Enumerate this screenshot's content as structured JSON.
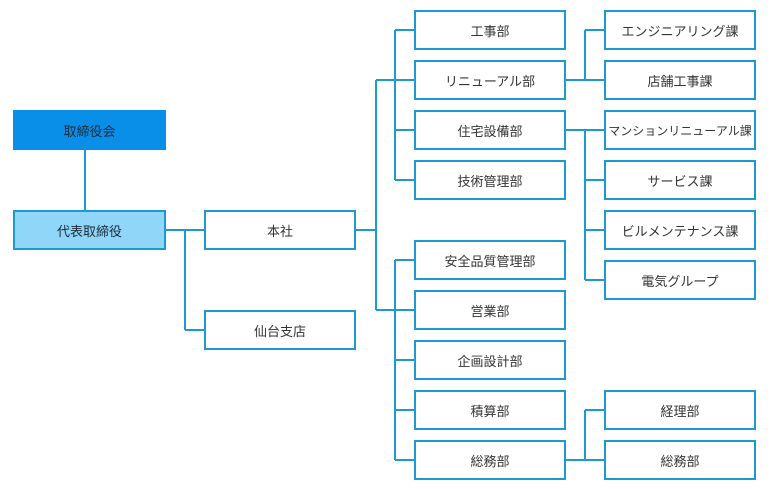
{
  "colors": {
    "line": "#1e9ad0",
    "board_fill": "#0a8fe8",
    "rep_fill": "#8fd6f8",
    "box_fill": "#ffffff"
  },
  "nodes": {
    "board": "取締役会",
    "rep": "代表取締役",
    "honsha": "本社",
    "sendai": "仙台支店",
    "koji": "工事部",
    "renewal": "リニューアル部",
    "jutaku": "住宅設備部",
    "gijutsu": "技術管理部",
    "anzen": "安全品質管理部",
    "eigyo": "営業部",
    "kikaku": "企画設計部",
    "sekisan": "積算部",
    "somu": "総務部",
    "engineering": "エンジニアリング課",
    "tenpo": "店舗工事課",
    "mansion": "マンションリニューアル課",
    "service": "サービス課",
    "building": "ビルメンテナンス課",
    "denki": "電気グループ",
    "keiri": "経理部",
    "somu_ka": "総務部"
  }
}
